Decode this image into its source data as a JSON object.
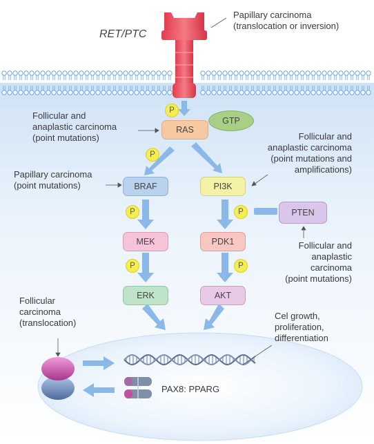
{
  "receptor": {
    "name": "RET/PTC"
  },
  "annotations": {
    "papillary_translocation": {
      "line1": "Papillary carcinoma",
      "line2": "(translocation or inversion)"
    },
    "follicular_anaplastic_ras": {
      "line1": "Follicular and",
      "line2": "anaplastic carcinoma",
      "line3": "(point mutations)"
    },
    "follicular_anaplastic_pi3k": {
      "line1": "Follicular and",
      "line2": "anaplastic carcinoma",
      "line3": "(point mutations and",
      "line4": "amplifications)"
    },
    "papillary_braf": {
      "line1": "Papillary carcinoma",
      "line2": "(point mutations)"
    },
    "follicular_anaplastic_pten": {
      "line1": "Follicular and",
      "line2": "anaplastic",
      "line3": "carcinoma",
      "line4": "(point mutations)"
    },
    "follicular_translocation": {
      "line1": "Follicular",
      "line2": "carcinoma",
      "line3": "(translocation)"
    },
    "nucleus_effects": {
      "line1": "Cel growth,",
      "line2": "proliferation,",
      "line3": "differentiation"
    }
  },
  "nodes": {
    "ras": "RAS",
    "gtp": "GTP",
    "braf": "BRAF",
    "pi3k": "PI3K",
    "mek": "MEK",
    "pdk1": "PDK1",
    "erk": "ERK",
    "akt": "AKT",
    "pten": "PTEN",
    "pax8_pparg": "PAX8: PPARG"
  },
  "phosphate_label": "P",
  "colors": {
    "receptor": "#e8505f",
    "ras": "#f7c9a2",
    "gtp": "#a9cf86",
    "braf": "#b9d3ee",
    "pi3k": "#f3f2a6",
    "mek": "#f7c3d9",
    "pdk1": "#f9c7c2",
    "erk": "#bfe3c9",
    "akt": "#e8c9e6",
    "pten": "#d9c6ea",
    "phosphate": "#f5ee4f",
    "arrow": "#8ab8e8",
    "nucleus": "#e1eefa",
    "membrane": "#6fa6dd"
  }
}
